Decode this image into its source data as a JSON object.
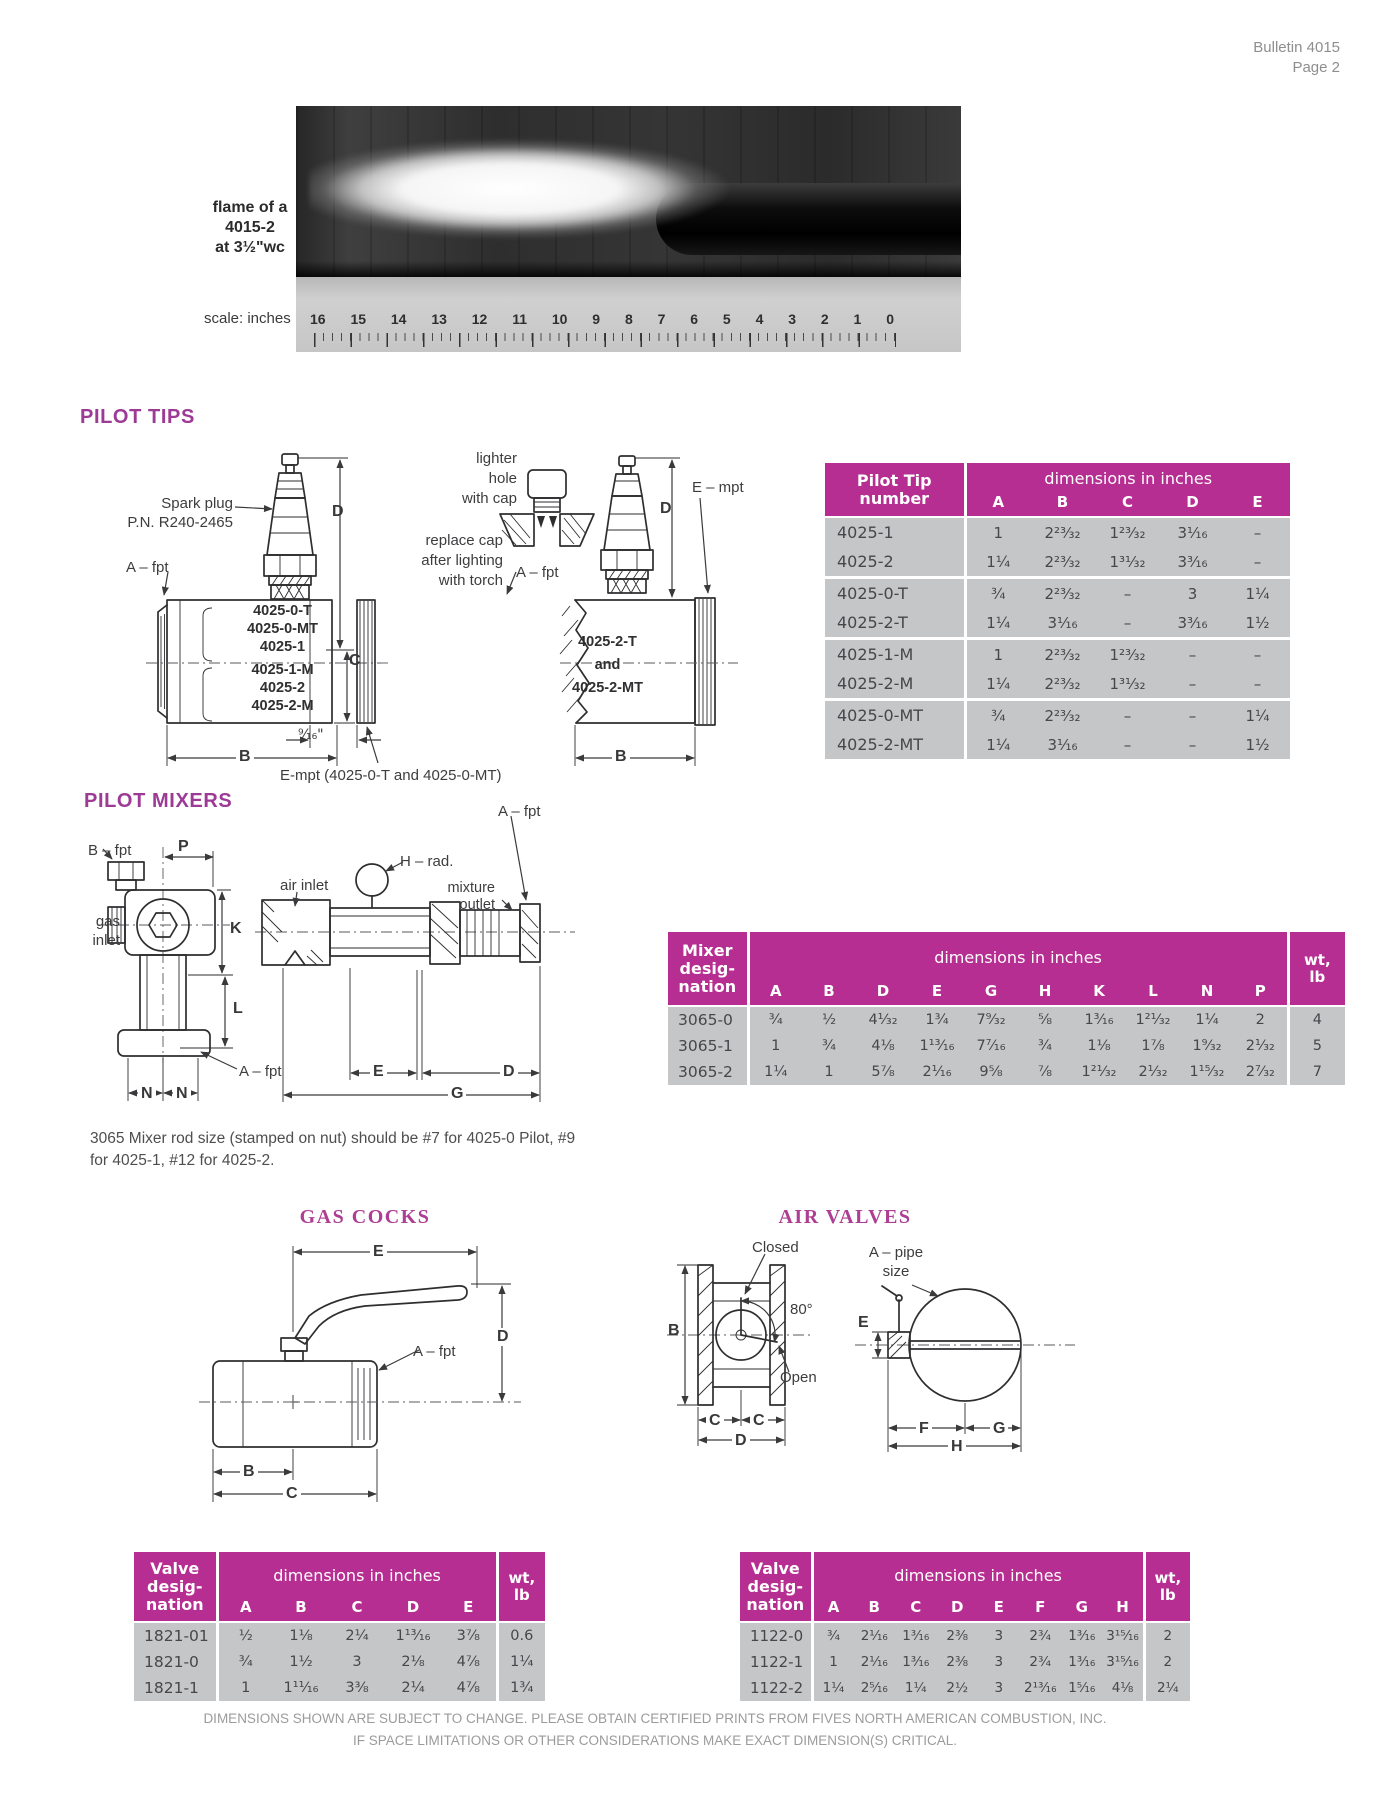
{
  "page": {
    "header": [
      "Bulletin 4015",
      "Page 2"
    ]
  },
  "flame": {
    "caption": [
      "flame of a",
      "4015-2",
      "at 3½\"wc"
    ],
    "scale_label": "scale: inches",
    "ruler": [
      "16",
      "15",
      "14",
      "13",
      "12",
      "11",
      "10",
      "9",
      "8",
      "7",
      "6",
      "5",
      "4",
      "3",
      "2",
      "1",
      "0"
    ]
  },
  "pilot_tips": {
    "heading": "PILOT TIPS",
    "labels": {
      "spark_plug": [
        "Spark plug",
        "P.N. R240-2465"
      ],
      "a_fpt": "A – fpt",
      "d": "D",
      "c": "C",
      "b": "B",
      "models_top": [
        "4025-0-T",
        "4025-0-MT",
        "4025-1"
      ],
      "models_bottom": [
        "4025-1-M",
        "4025-2",
        "4025-2-M"
      ],
      "nine_sixteenth": "⁹⁄₁₆\"",
      "caption": "E-mpt (4025-0-T and 4025-0-MT)",
      "lighter": [
        "lighter",
        "hole",
        "with cap"
      ],
      "replace": [
        "replace cap",
        "after lighting",
        "with torch"
      ],
      "a_fpt2": "A – fpt",
      "d2": "D",
      "e_mpt": "E – mpt",
      "models_mid": [
        "4025-2-T",
        "and",
        "4025-2-MT"
      ],
      "b2": "B"
    },
    "table": {
      "name_header": [
        "Pilot Tip",
        "number"
      ],
      "dim_header": "dimensions in inches",
      "columns": [
        "A",
        "B",
        "C",
        "D",
        "E"
      ],
      "groups": [
        [
          [
            "4025-1",
            "1",
            "2²³⁄₃₂",
            "1²³⁄₃₂",
            "3¹⁄₁₆",
            "–"
          ],
          [
            "4025-2",
            "1¼",
            "2²³⁄₃₂",
            "1³¹⁄₃₂",
            "3³⁄₁₆",
            "–"
          ]
        ],
        [
          [
            "4025-0-T",
            "¾",
            "2²³⁄₃₂",
            "–",
            "3",
            "1¼"
          ],
          [
            "4025-2-T",
            "1¼",
            "3¹⁄₁₆",
            "–",
            "3³⁄₁₆",
            "1½"
          ]
        ],
        [
          [
            "4025-1-M",
            "1",
            "2²³⁄₃₂",
            "1²³⁄₃₂",
            "–",
            "–"
          ],
          [
            "4025-2-M",
            "1¼",
            "2²³⁄₃₂",
            "1³¹⁄₃₂",
            "–",
            "–"
          ]
        ],
        [
          [
            "4025-0-MT",
            "¾",
            "2²³⁄₃₂",
            "–",
            "–",
            "1¼"
          ],
          [
            "4025-2-MT",
            "1¼",
            "3¹⁄₁₆",
            "–",
            "–",
            "1½"
          ]
        ]
      ]
    }
  },
  "pilot_mixers": {
    "heading": "PILOT MIXERS",
    "labels": {
      "b_fpt": "B – fpt",
      "p": "P",
      "gas_inlet": [
        "gas",
        "inlet"
      ],
      "k": "K",
      "l": "L",
      "a_fpt": "A – fpt",
      "n1": "N",
      "n2": "N",
      "h_rad": "H – rad.",
      "a_fpt2": "A – fpt",
      "mixture": [
        "mixture",
        "outlet"
      ],
      "air_inlet": "air inlet",
      "e": "E",
      "d": "D",
      "g": "G"
    },
    "note": [
      "3065 Mixer rod size (stamped on nut) should be #7 for 4025-0 Pilot, #9",
      "for 4025-1, #12 for 4025-2."
    ],
    "table": {
      "name_header": [
        "Mixer",
        "desig-",
        "nation"
      ],
      "dim_header": "dimensions in inches",
      "columns": [
        "A",
        "B",
        "D",
        "E",
        "G",
        "H",
        "K",
        "L",
        "N",
        "P"
      ],
      "wt_header": [
        "wt,",
        "lb"
      ],
      "rows": [
        [
          "3065-0",
          "¾",
          "½",
          "4¹⁄₃₂",
          "1¾",
          "7⁹⁄₃₂",
          "⅝",
          "1³⁄₁₆",
          "1²¹⁄₃₂",
          "1¼",
          "2",
          "4"
        ],
        [
          "3065-1",
          "1",
          "¾",
          "4⅛",
          "1¹³⁄₁₆",
          "7⁷⁄₁₆",
          "¾",
          "1⅛",
          "1⅞",
          "1⁹⁄₃₂",
          "2¹⁄₃₂",
          "5"
        ],
        [
          "3065-2",
          "1¼",
          "1",
          "5⅞",
          "2¹⁄₁₆",
          "9⅝",
          "⅞",
          "1²¹⁄₃₂",
          "2¹⁄₃₂",
          "1¹⁵⁄₃₂",
          "2⁷⁄₃₂",
          "7"
        ]
      ]
    }
  },
  "gas_cocks": {
    "heading": "GAS COCKS",
    "labels": {
      "e": "E",
      "a_fpt": "A – fpt",
      "d": "D",
      "b": "B",
      "c": "C"
    },
    "table": {
      "name_header": [
        "Valve",
        "desig-",
        "nation"
      ],
      "dim_header": "dimensions in inches",
      "columns": [
        "A",
        "B",
        "C",
        "D",
        "E"
      ],
      "wt_header": [
        "wt,",
        "lb"
      ],
      "rows": [
        [
          "1821-01",
          "½",
          "1⅛",
          "2¼",
          "1¹³⁄₁₆",
          "3⅞",
          "0.6"
        ],
        [
          "1821-0",
          "¾",
          "1½",
          "3",
          "2⅛",
          "4⅞",
          "1¼"
        ],
        [
          "1821-1",
          "1",
          "1¹¹⁄₁₆",
          "3⅜",
          "2¼",
          "4⅞",
          "1¾"
        ]
      ]
    }
  },
  "air_valves": {
    "heading": "AIR VALVES",
    "labels": {
      "closed": "Closed",
      "angle": "80°",
      "open": "Open",
      "b": "B",
      "c1": "C",
      "c2": "C",
      "d": "D",
      "a_pipe": [
        "A – pipe",
        "size"
      ],
      "e": "E",
      "f": "F",
      "g": "G",
      "h": "H"
    },
    "table": {
      "name_header": [
        "Valve",
        "desig-",
        "nation"
      ],
      "dim_header": "dimensions in inches",
      "columns": [
        "A",
        "B",
        "C",
        "D",
        "E",
        "F",
        "G",
        "H"
      ],
      "wt_header": [
        "wt,",
        "lb"
      ],
      "rows": [
        [
          "1122-0",
          "¾",
          "2¹⁄₁₆",
          "1³⁄₁₆",
          "2⅜",
          "3",
          "2¾",
          "1³⁄₁₆",
          "3¹⁵⁄₁₆",
          "2"
        ],
        [
          "1122-1",
          "1",
          "2¹⁄₁₆",
          "1³⁄₁₆",
          "2⅜",
          "3",
          "2¾",
          "1³⁄₁₆",
          "3¹⁵⁄₁₆",
          "2"
        ],
        [
          "1122-2",
          "1¼",
          "2⁵⁄₁₆",
          "1¼",
          "2½",
          "3",
          "2¹³⁄₁₆",
          "1⁵⁄₁₆",
          "4⅛",
          "2¼"
        ]
      ]
    }
  },
  "footer": [
    "DIMENSIONS SHOWN ARE SUBJECT TO CHANGE. PLEASE OBTAIN CERTIFIED PRINTS FROM FIVES NORTH AMERICAN COMBUSTION, INC.",
    "IF SPACE LIMITATIONS OR OTHER CONSIDERATIONS MAKE EXACT DIMENSION(S) CRITICAL."
  ],
  "colors": {
    "magenta": "#b62e91",
    "heading_purple": "#9c3a96",
    "table_gray": "#c5c6c8"
  }
}
